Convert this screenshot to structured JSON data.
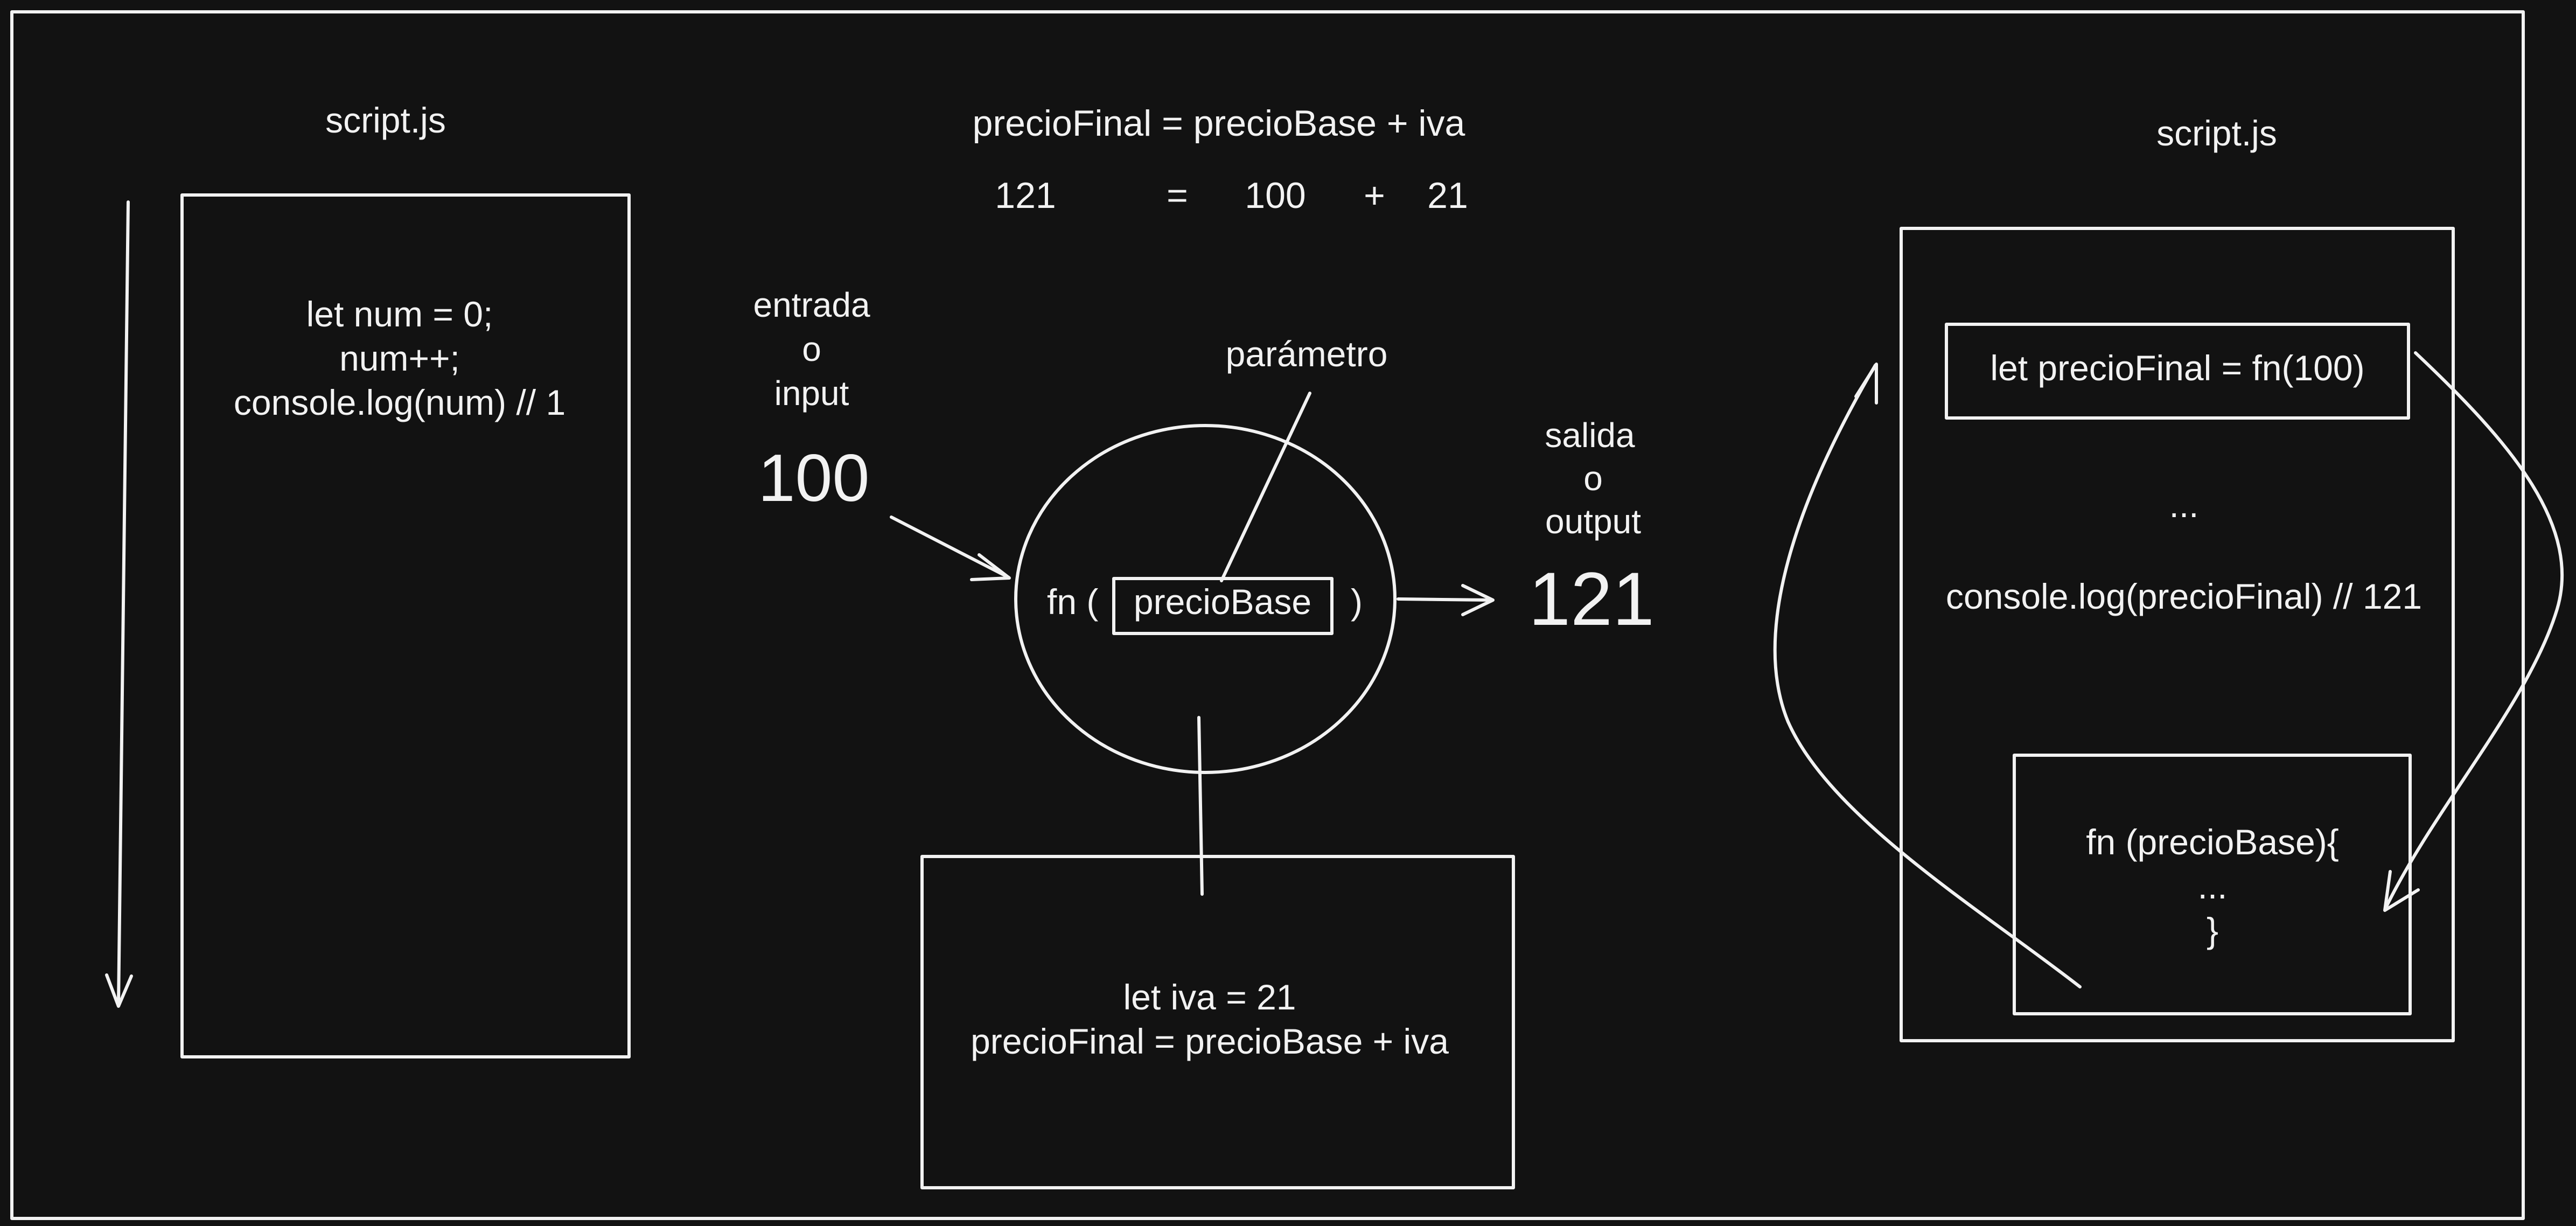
{
  "left_panel": {
    "filename": "script.js",
    "code_lines": [
      "let num = 0;",
      "num++;",
      "console.log(num) // 1"
    ]
  },
  "center_panel": {
    "formula": "precioFinal = precioBase + iva",
    "formula_values": {
      "result": "121",
      "equals": "=",
      "base": "100",
      "plus": "+",
      "iva": "21"
    },
    "input_label": [
      "entrada",
      "o",
      "input"
    ],
    "input_value": "100",
    "parameter_label": "parámetro",
    "function_prefix": "fn (",
    "function_param": "precioBase",
    "function_suffix": ")",
    "output_label": [
      "salida",
      "o",
      "output"
    ],
    "output_value": "121",
    "body_lines": [
      "let iva = 21",
      "precioFinal = precioBase + iva"
    ]
  },
  "right_panel": {
    "filename": "script.js",
    "call_line": "let precioFinal = fn(100)",
    "ellipsis": "...",
    "log_line": "console.log(precioFinal) // 121",
    "definition_lines": [
      "fn (precioBase){",
      "...",
      "}"
    ]
  }
}
